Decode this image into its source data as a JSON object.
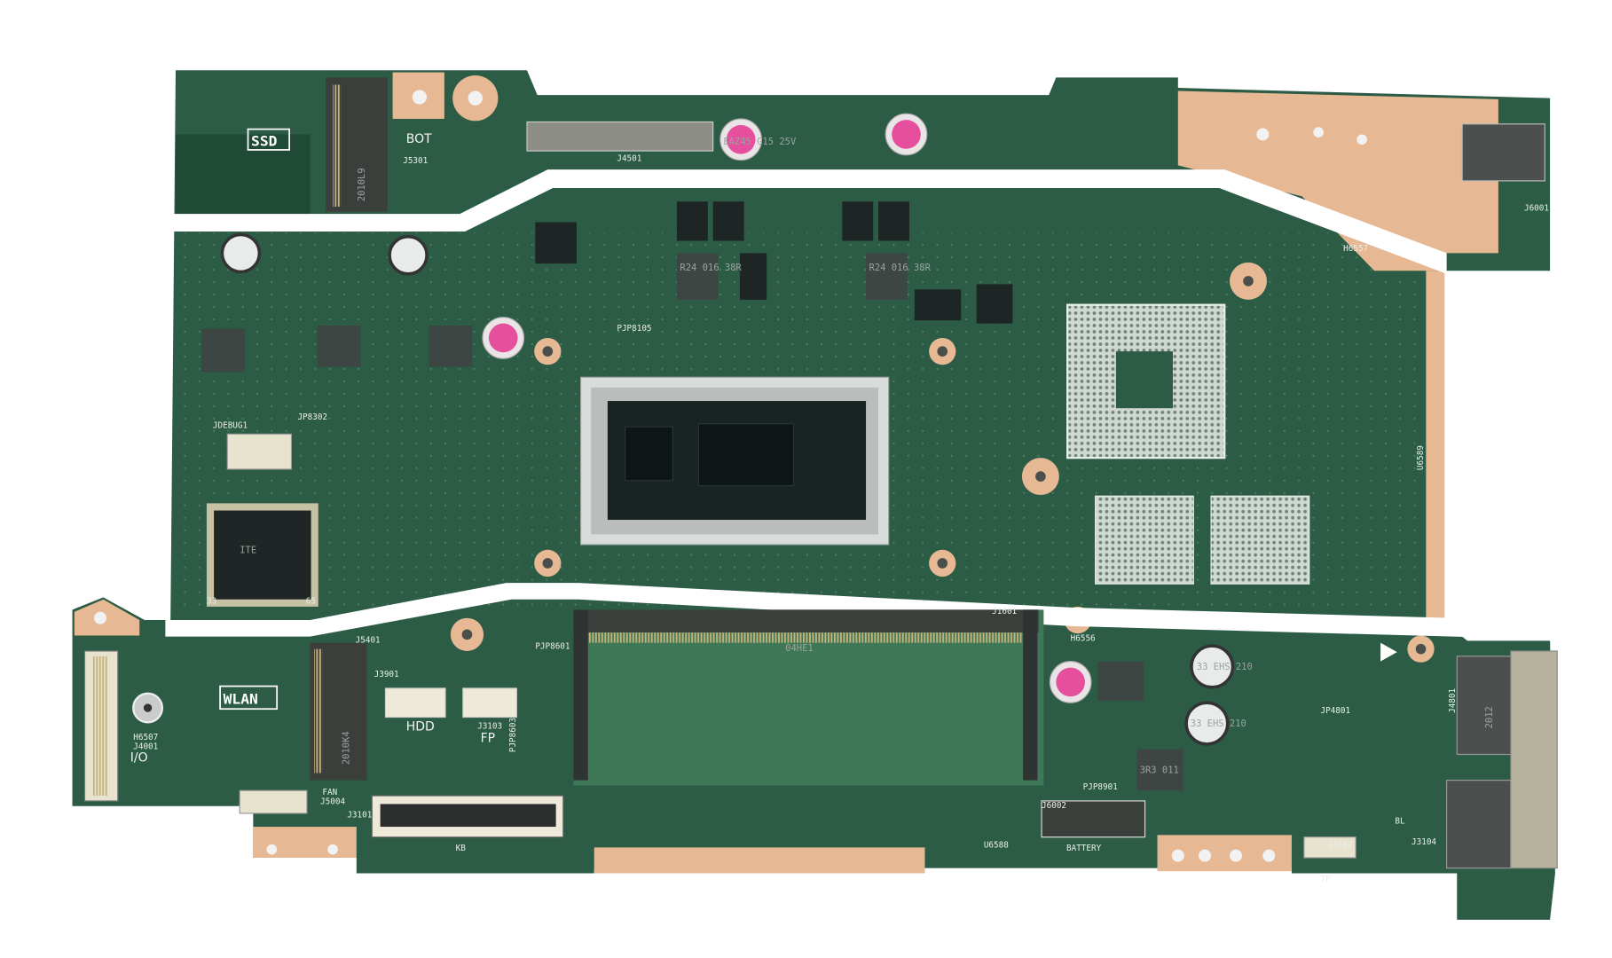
{
  "colors": {
    "pcb": "#2c5c45",
    "pcb_light": "#3f7c5a",
    "copper": "#e6b894",
    "metal": "#cfd4d2",
    "die": "#141d1e"
  },
  "board": {
    "section_labels": {
      "ssd": "SSD",
      "bot": "BOT",
      "wlan": "WLAN",
      "io": "I/O",
      "hdd": "HDD",
      "fp": "FP",
      "fan": "FAN",
      "kb": "KB",
      "battery": "BATTERY",
      "tp": "TP",
      "bl": "BL"
    },
    "refdes": {
      "j5301": "J5301",
      "j4501": "J4501",
      "h6507": "H6507",
      "j4001": "J4001",
      "j5401": "J5401",
      "j3901": "J3901",
      "j3103": "J3103",
      "pjp8601": "PJP8601",
      "pjp8603": "PJP8603",
      "j5004": "J5004",
      "j3101": "J3101",
      "u6588": "U6588",
      "j6002": "J6002",
      "pjp8901": "PJP8901",
      "j3102": "J3102",
      "j3104": "J3104",
      "jp4801": "JP4801",
      "j4801": "J4801",
      "h6556": "H6556",
      "j1601": "J1601",
      "jdebug1": "JDEBUG1",
      "jp8302": "JP8302",
      "pjp8105": "PJP8105",
      "h6557": "H6557",
      "j6001": "J6001",
      "u6589": "U6589"
    },
    "component_text": {
      "ec_chip": "ITE",
      "inductor_1": "R24 016 38R",
      "inductor_2": "R24 016 38R",
      "inductor_3": "3R3 011",
      "cap_1": "EAZ45 G15 25V",
      "cap_2": "33 EHS 210",
      "cap_3": "33 EHS 210",
      "ram_slot": "04HE1",
      "usb_port": "2012",
      "ssd_slot": "2010L9",
      "wlan_slot": "2010K4",
      "pin_33": "33",
      "pin_65": "65"
    }
  }
}
